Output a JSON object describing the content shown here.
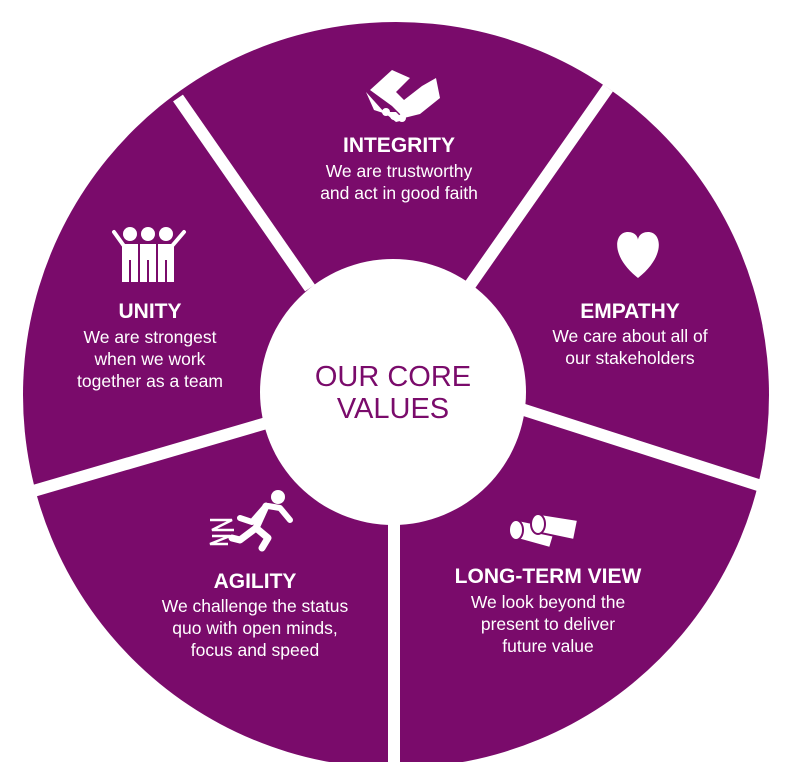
{
  "colors": {
    "segment": "#7a0b6b",
    "center_text": "#7a0b6b",
    "divider": "#ffffff",
    "center_fill": "#ffffff"
  },
  "center": {
    "line1": "OUR CORE",
    "line2": "VALUES"
  },
  "values": [
    {
      "icon": "handshake-icon",
      "title": "INTEGRITY",
      "lines": [
        "We are trustworthy",
        "and act in good faith"
      ]
    },
    {
      "icon": "heart-icon",
      "title": "EMPATHY",
      "lines": [
        "We care about all of",
        "our stakeholders"
      ]
    },
    {
      "icon": "binoculars-icon",
      "title": "LONG-TERM VIEW",
      "lines": [
        "We look beyond the",
        "present to deliver",
        "future value"
      ]
    },
    {
      "icon": "runner-icon",
      "title": "AGILITY",
      "lines": [
        "We challenge the status",
        "quo with open minds,",
        "focus and speed"
      ]
    },
    {
      "icon": "team-icon",
      "title": "UNITY",
      "lines": [
        "We are strongest",
        "when we work",
        "together as a team"
      ]
    }
  ]
}
